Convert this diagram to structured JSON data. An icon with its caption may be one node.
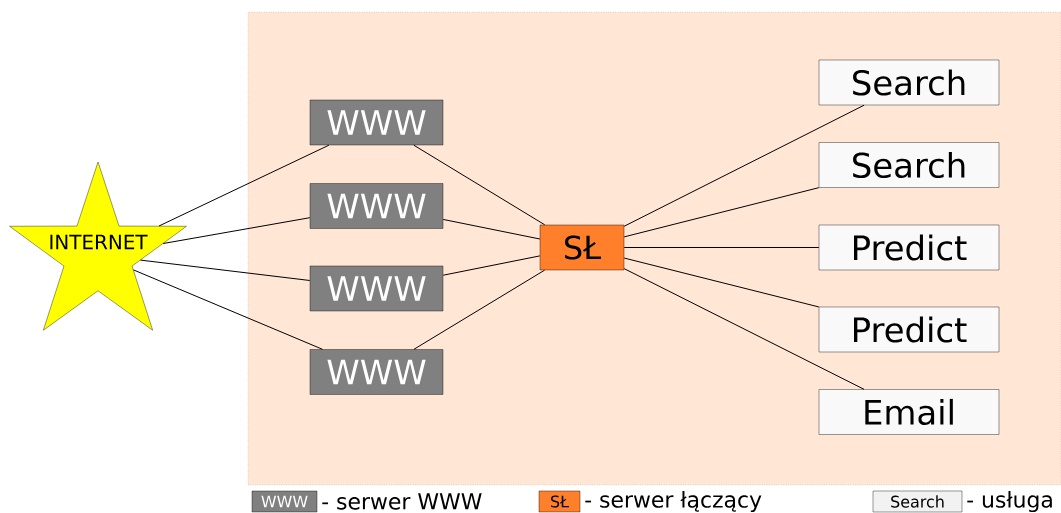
{
  "diagram": {
    "nodes": [
      {
        "text": [
          "INTERNET"
        ]
      },
      {
        "text": [],
        "shape": "box"
      },
      {
        "text": [
          "WWW"
        ],
        "in": 1
      },
      {
        "text": [
          "WWW"
        ],
        "in": 1
      },
      {
        "text": [
          "WWW"
        ],
        "in": 1
      },
      {
        "text": [
          "WWW"
        ],
        "in": 1
      },
      {
        "text": [
          "SŁ"
        ],
        "in": 1
      },
      {
        "text": [
          "Search"
        ],
        "in": 1
      },
      {
        "text": [
          "Search"
        ],
        "in": 1
      },
      {
        "text": [
          "Predict"
        ],
        "in": 1
      },
      {
        "text": [
          "Predict"
        ],
        "in": 1
      },
      {
        "text": [
          "Email"
        ],
        "in": 1
      }
    ],
    "edges": [
      {
        "from": 0,
        "to": 2,
        "arrow": "none"
      },
      {
        "from": 0,
        "to": 3,
        "arrow": "none"
      },
      {
        "from": 0,
        "to": 4,
        "arrow": "none"
      },
      {
        "from": 0,
        "to": 5,
        "arrow": "none"
      },
      {
        "from": 2,
        "to": 6,
        "arrow": "none"
      },
      {
        "from": 3,
        "to": 6,
        "arrow": "none"
      },
      {
        "from": 4,
        "to": 6,
        "arrow": "none"
      },
      {
        "from": 5,
        "to": 6,
        "arrow": "none"
      },
      {
        "from": 6,
        "to": 7,
        "arrow": "none"
      },
      {
        "from": 6,
        "to": 8,
        "arrow": "none"
      },
      {
        "from": 6,
        "to": 9,
        "arrow": "none"
      },
      {
        "from": 6,
        "to": 10,
        "arrow": "none"
      },
      {
        "from": 6,
        "to": 11,
        "arrow": "none"
      }
    ],
    "labels": [
      "WWW",
      "SŁ",
      "Search"
    ],
    "legend": [
      {
        "text": "- serwer WWW",
        "color": "#808080"
      },
      {
        "text": "- serwer łączący",
        "color": "#ff7f2a"
      },
      {
        "text": "- usługa",
        "color": "#f2f2f2"
      }
    ]
  }
}
